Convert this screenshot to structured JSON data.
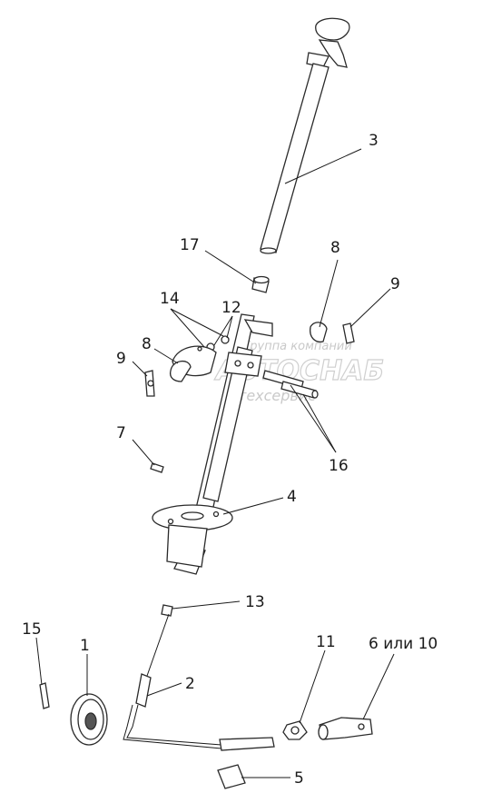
{
  "watermark": {
    "line1": "Группа компаний",
    "line2": "АВТОСНАБ",
    "line3": "техсервис"
  },
  "callouts": {
    "c1": "1",
    "c2": "2",
    "c3": "3",
    "c4": "4",
    "c5": "5",
    "c6_10": "6 или 10",
    "c7": "7",
    "c8_left": "8",
    "c8_right": "8",
    "c9_left": "9",
    "c9_right": "9",
    "c11": "11",
    "c12": "12",
    "c13": "13",
    "c14": "14",
    "c15": "15",
    "c16": "16",
    "c17": "17"
  }
}
